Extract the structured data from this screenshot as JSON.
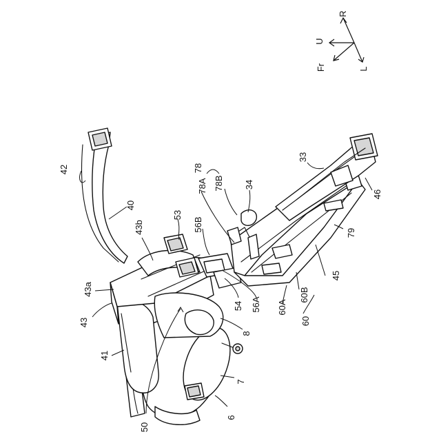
{
  "figure": {
    "direction_indicator": {
      "up": "U",
      "right": "R",
      "front": "Fr",
      "left": "L"
    },
    "reference_numerals": {
      "r42": "42",
      "r40": "40",
      "r43b": "43b",
      "r53": "53",
      "r56B": "56B",
      "r78": "78",
      "r78A": "78A",
      "r78B": "78B",
      "r34": "34",
      "r33": "33",
      "r46": "46",
      "r79": "79",
      "r45": "45",
      "r60B": "60B",
      "r60A": "60A",
      "r60": "60",
      "r56A": "56A",
      "r54": "54",
      "r8": "8",
      "r43a": "43a",
      "r43": "43",
      "r41": "41",
      "r7": "7",
      "r6": "6",
      "r50": "50"
    }
  }
}
